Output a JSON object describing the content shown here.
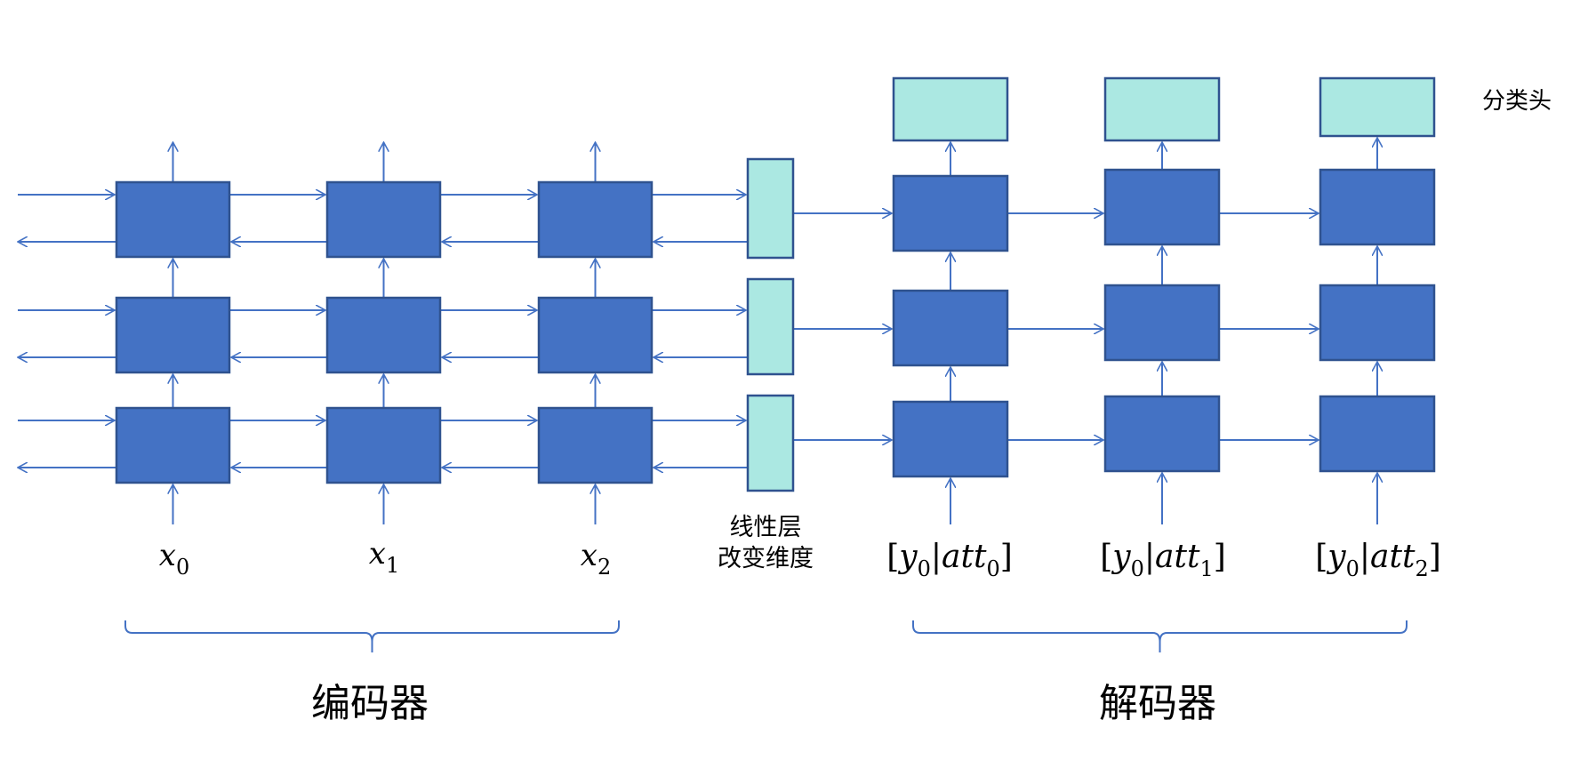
{
  "labels": {
    "classifier_head": "分类头",
    "linear_layer_line1": "线性层",
    "linear_layer_line2": "改变维度",
    "encoder": "编码器",
    "decoder": "解码器"
  },
  "encoder_inputs": [
    {
      "base": "x",
      "sub": "0"
    },
    {
      "base": "x",
      "sub": "1"
    },
    {
      "base": "x",
      "sub": "2"
    }
  ],
  "decoder_inputs": [
    {
      "open": "[",
      "y": "y",
      "y_sub": "0",
      "sep": "|",
      "att": "att",
      "att_sub": "0",
      "close": "]"
    },
    {
      "open": "[",
      "y": "y",
      "y_sub": "0",
      "sep": "|",
      "att": "att",
      "att_sub": "1",
      "close": "]"
    },
    {
      "open": "[",
      "y": "y",
      "y_sub": "0",
      "sep": "|",
      "att": "att",
      "att_sub": "2",
      "close": "]"
    }
  ],
  "colors": {
    "cell_fill": "#4472C4",
    "cell_stroke": "#2F528F",
    "head_fill": "#ABE8E2",
    "arrow": "#4472C4",
    "text": "#000000"
  }
}
